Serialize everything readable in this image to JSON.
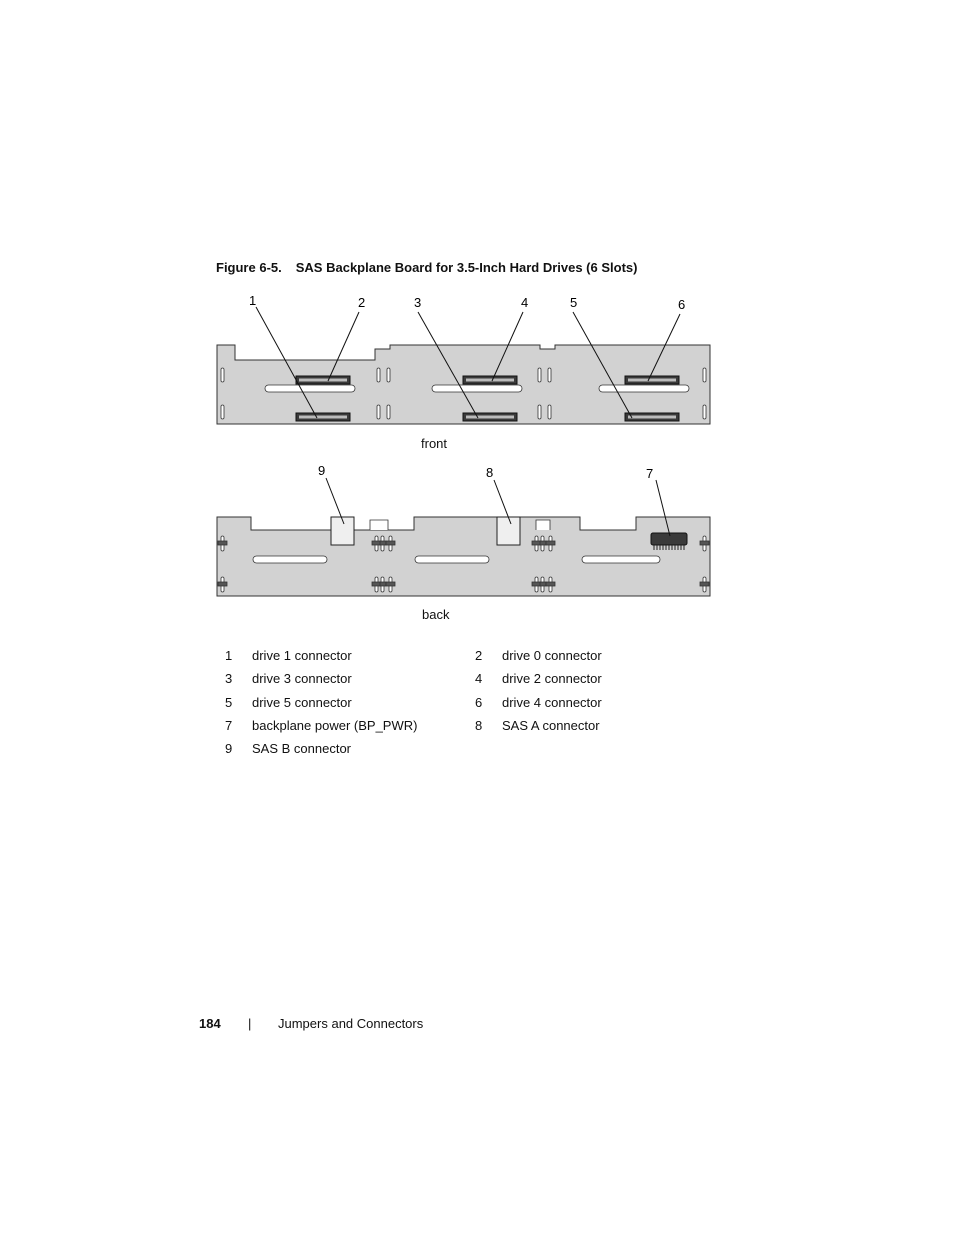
{
  "figure": {
    "number": "Figure 6-5.",
    "title": "SAS Backplane Board for 3.5-Inch Hard Drives (6 Slots)"
  },
  "front_label": "front",
  "back_label": "back",
  "callouts": {
    "c1": "1",
    "c2": "2",
    "c3": "3",
    "c4": "4",
    "c5": "5",
    "c6": "6",
    "c7": "7",
    "c8": "8",
    "c9": "9"
  },
  "legend": [
    {
      "num": "1",
      "text": "drive 1 connector",
      "num2": "2",
      "text2": "drive 0 connector"
    },
    {
      "num": "3",
      "text": "drive 3 connector",
      "num2": "4",
      "text2": "drive 2 connector"
    },
    {
      "num": "5",
      "text": "drive 5 connector",
      "num2": "6",
      "text2": "drive 4 connector"
    },
    {
      "num": "7",
      "text": "backplane power (BP_PWR)",
      "num2": "8",
      "text2": "SAS A connector"
    },
    {
      "num": "9",
      "text": "SAS B connector",
      "num2": "",
      "text2": ""
    }
  ],
  "footer": {
    "page_number": "184",
    "separator": "|",
    "section": "Jumpers and Connectors"
  }
}
